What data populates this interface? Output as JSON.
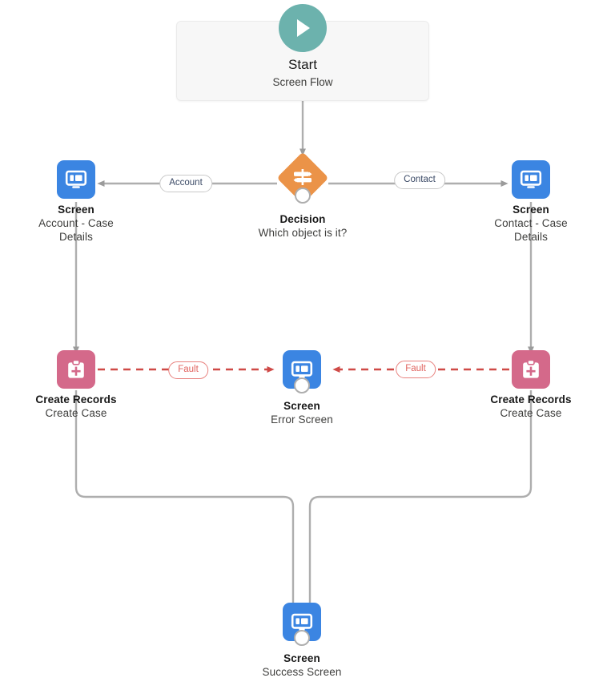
{
  "diagram": {
    "type": "salesforce-flow-builder-canvas",
    "background_color": "#ffffff"
  },
  "start": {
    "icon": "play-icon",
    "title": "Start",
    "subtitle": "Screen Flow",
    "circle_color": "#6cb2ad",
    "box_color": "#f7f7f7"
  },
  "nodes": [
    {
      "id": "decision",
      "icon": "decision-signpost-icon",
      "label": "Decision",
      "sublabel": "Which object is it?",
      "color": "#eb9348"
    },
    {
      "id": "screen_account",
      "icon": "screen-monitor-icon",
      "label": "Screen",
      "sublabel": "Account - Case Details",
      "color": "#3b85e2"
    },
    {
      "id": "screen_contact",
      "icon": "screen-monitor-icon",
      "label": "Screen",
      "sublabel": "Contact - Case Details",
      "color": "#3b85e2"
    },
    {
      "id": "create_records_left",
      "icon": "create-records-clipboard-plus-icon",
      "label": "Create Records",
      "sublabel": "Create Case",
      "color": "#d4698a"
    },
    {
      "id": "create_records_right",
      "icon": "create-records-clipboard-plus-icon",
      "label": "Create Records",
      "sublabel": "Create Case",
      "color": "#d4698a"
    },
    {
      "id": "screen_error",
      "icon": "screen-monitor-icon",
      "label": "Screen",
      "sublabel": "Error Screen",
      "color": "#3b85e2"
    },
    {
      "id": "screen_success",
      "icon": "screen-monitor-icon",
      "label": "Screen",
      "sublabel": "Success Screen",
      "color": "#3b85e2"
    }
  ],
  "connector_labels": {
    "account": "Account",
    "contact": "Contact",
    "fault_left": "Fault",
    "fault_right": "Fault"
  },
  "connector_style": {
    "normal_color": "#aeaeae",
    "fault_color": "#e0635f"
  }
}
